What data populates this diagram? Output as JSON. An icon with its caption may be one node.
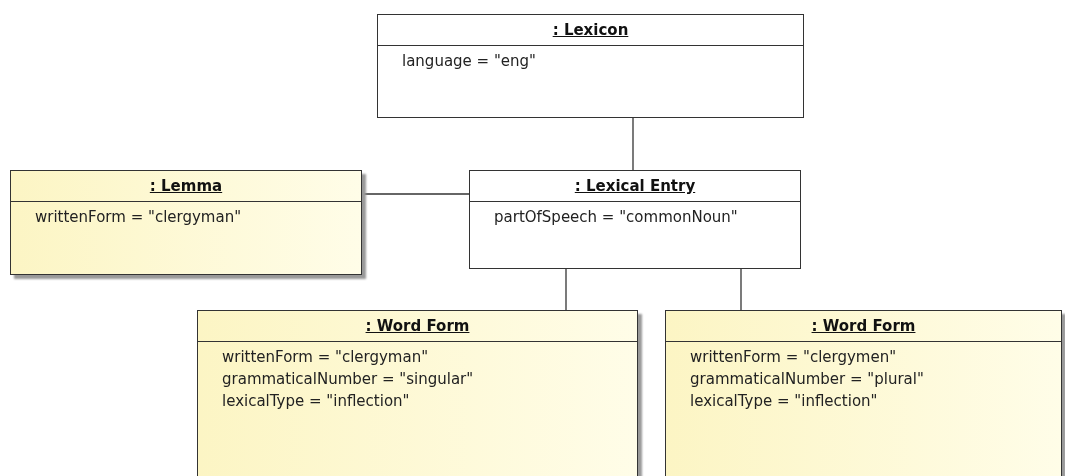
{
  "diagram": {
    "nodes": [
      {
        "text": [
          ": Lexicon",
          "language = \"eng\""
        ]
      },
      {
        "text": [
          ": Lemma",
          "writtenForm = \"clergyman\""
        ]
      },
      {
        "text": [
          ": Lexical Entry",
          "partOfSpeech = \"commonNoun\""
        ]
      },
      {
        "text": [
          ": Word Form",
          "writtenForm = \"clergyman\"",
          "grammaticalNumber = \"singular\"",
          "lexicalType = \"inflection\""
        ]
      },
      {
        "text": [
          ": Word Form",
          "writtenForm = \"clergymen\"",
          "grammaticalNumber = \"plural\"",
          "lexicalType = \"inflection\""
        ]
      }
    ],
    "edges": [
      {
        "from": 0,
        "to": 2,
        "arrow": "none"
      },
      {
        "from": 1,
        "to": 2,
        "arrow": "none"
      },
      {
        "from": 2,
        "to": 3,
        "arrow": "none"
      },
      {
        "from": 2,
        "to": 4,
        "arrow": "none"
      }
    ]
  }
}
